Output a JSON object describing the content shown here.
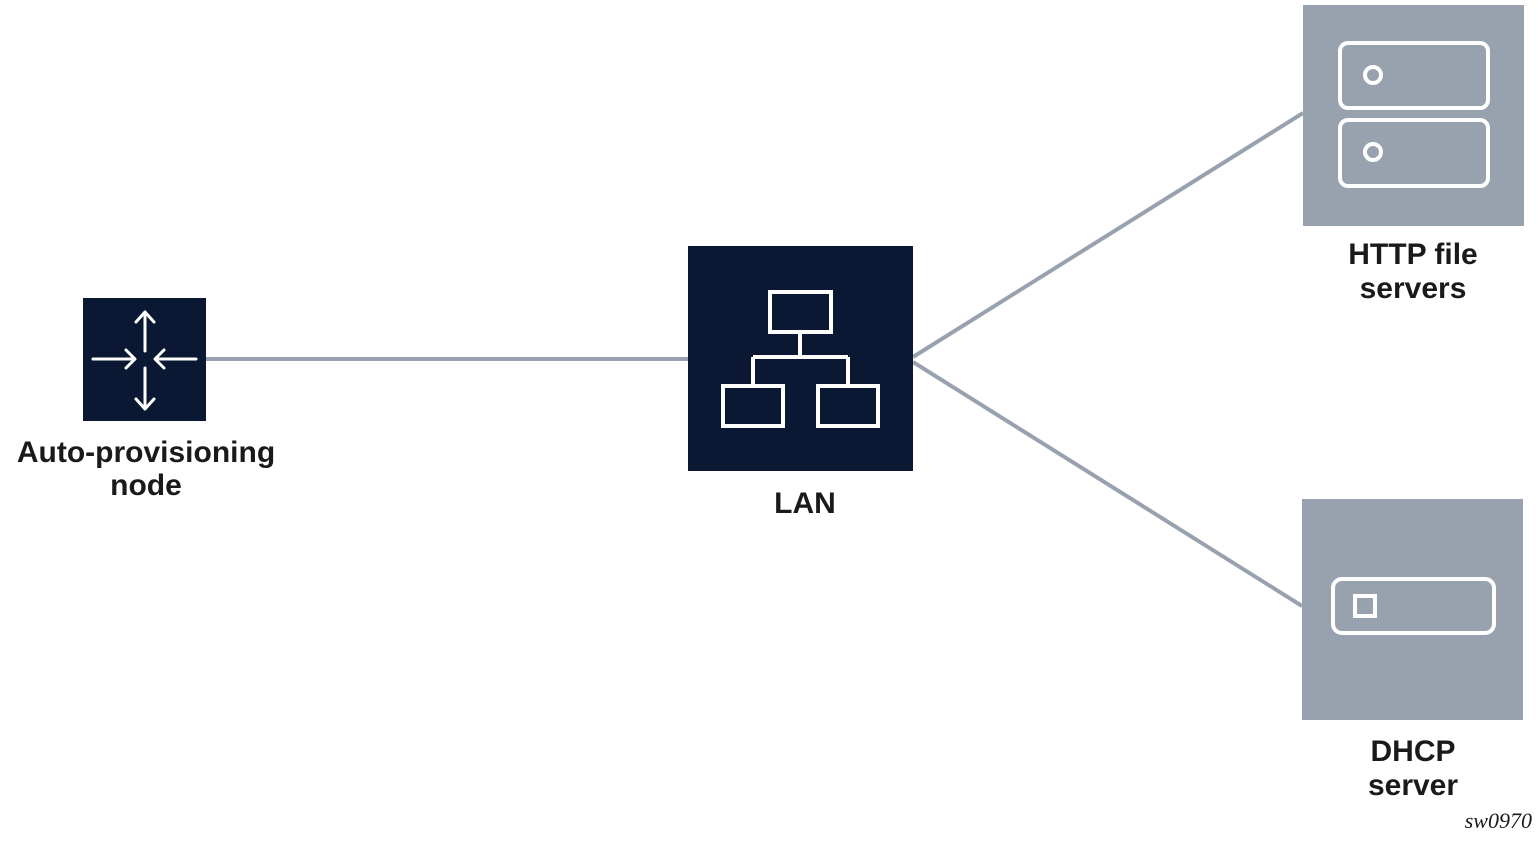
{
  "colors": {
    "dark_node": "#0b1833",
    "server_fill": "#98a2ae",
    "link": "#98a2ae"
  },
  "nodes": {
    "auto_provisioning": {
      "label_line1": "Auto-provisioning",
      "label_line2": "node",
      "icon": "router-arrows-icon"
    },
    "lan": {
      "label": "LAN",
      "icon": "network-hierarchy-icon"
    },
    "http": {
      "label_line1": "HTTP file",
      "label_line2": "servers",
      "icon": "server-stack-icon"
    },
    "dhcp": {
      "label_line1": "DHCP",
      "label_line2": "server",
      "icon": "server-icon"
    }
  },
  "figure_id": "sw0970"
}
